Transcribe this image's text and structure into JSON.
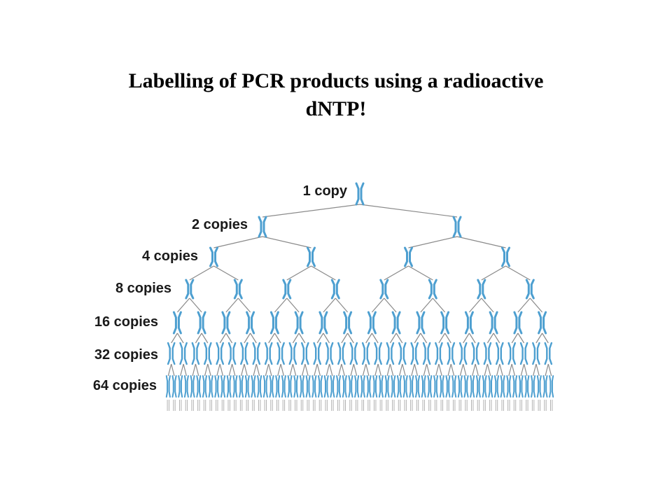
{
  "title": {
    "line1": "Labelling of PCR products using a radioactive",
    "line2": "dNTP!"
  },
  "diagram": {
    "levels": [
      {
        "label": "1 copy",
        "copies": 1
      },
      {
        "label": "2 copies",
        "copies": 2
      },
      {
        "label": "4 copies",
        "copies": 4
      },
      {
        "label": "8 copies",
        "copies": 8
      },
      {
        "label": "16 copies",
        "copies": 16
      },
      {
        "label": "32 copies",
        "copies": 32
      },
      {
        "label": "64 copies",
        "copies": 64
      }
    ],
    "colors": {
      "dna_strand": "#4d9fd0",
      "branch_line": "#8a8a8a",
      "product_ticks": "#b0b0b0"
    }
  }
}
